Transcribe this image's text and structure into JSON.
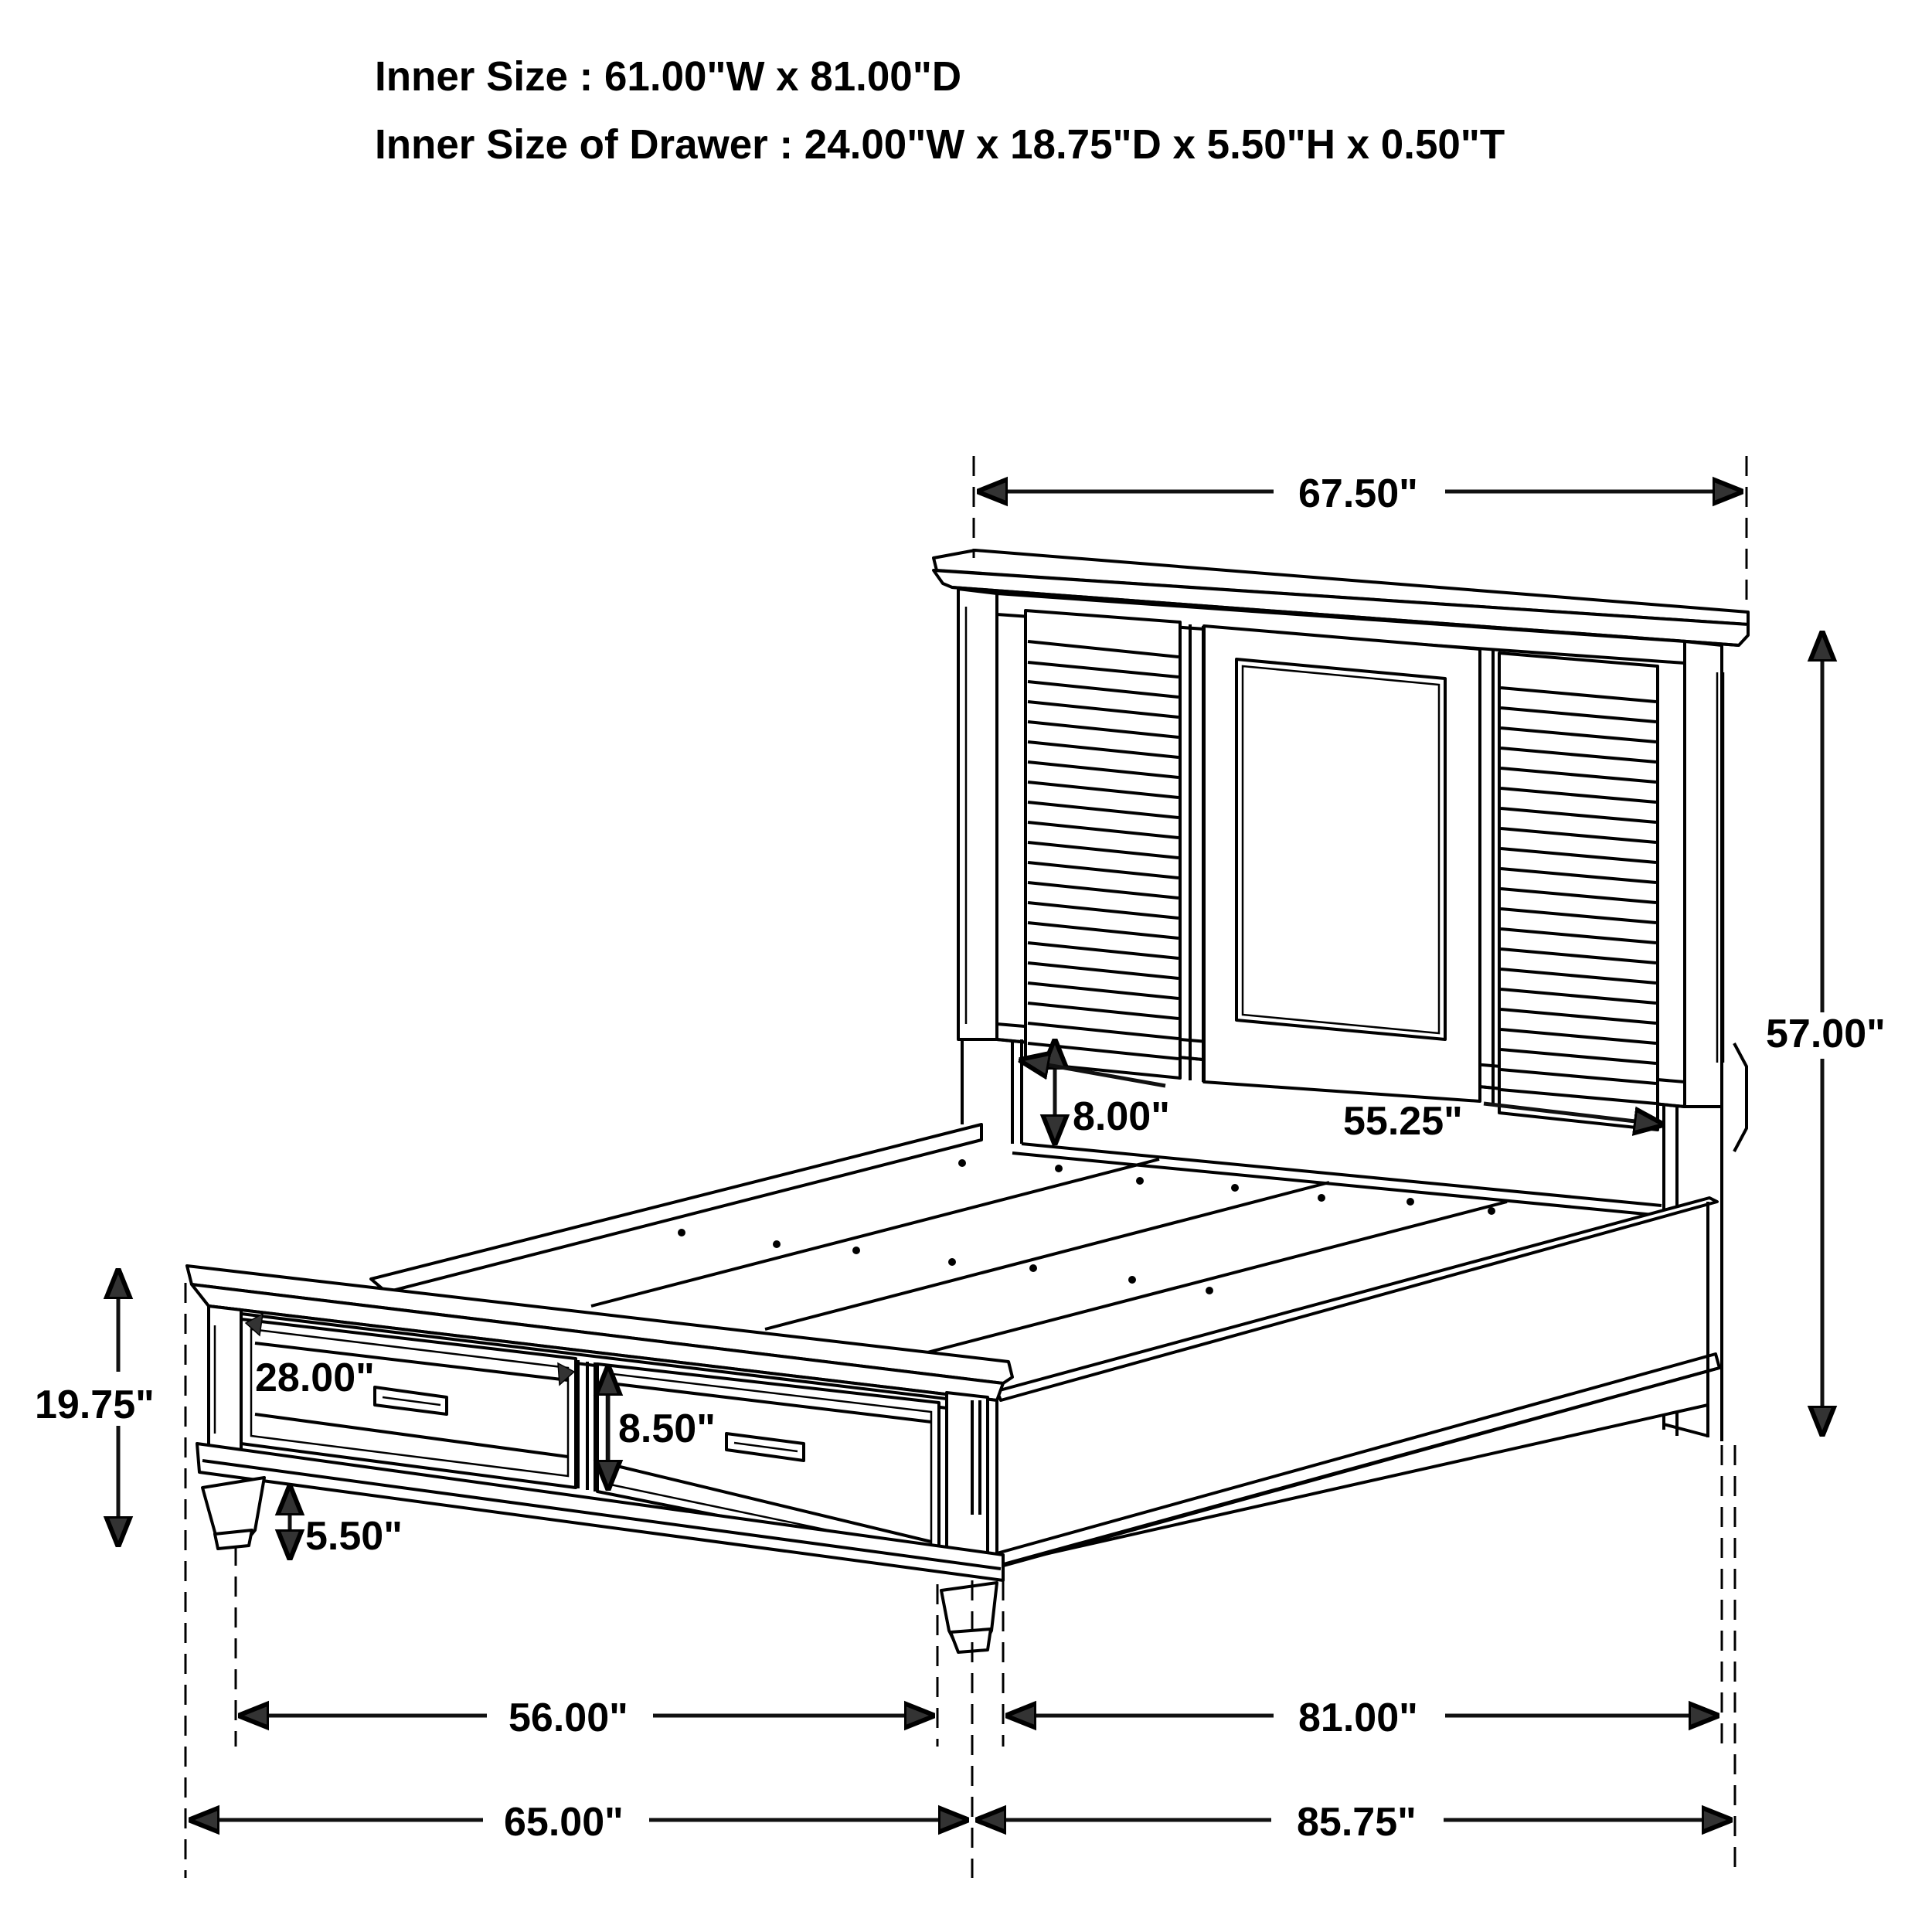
{
  "specs": {
    "inner_size": "Inner Size : 61.00\"W x 81.00\"D",
    "inner_drawer_size": "Inner Size of Drawer : 24.00\"W x 18.75\"D x 5.50\"H x 0.50\"T"
  },
  "drawing": {
    "subject": "bed with storage drawer footboard, shutter-panel headboard",
    "line_color": "#000000",
    "background": "#ffffff"
  },
  "dimensions": {
    "headboard_width": "67.50\"",
    "headboard_height": "57.00\"",
    "headboard_clearance": "8.00\"",
    "headboard_inner_width": "55.25\"",
    "footboard_height": "19.75\"",
    "leg_height": "5.50\"",
    "drawer_width": "28.00\"",
    "drawer_height": "8.50\"",
    "footboard_inner_width": "56.00\"",
    "rail_length": "81.00\"",
    "overall_width": "65.00\"",
    "overall_length": "85.75\""
  }
}
